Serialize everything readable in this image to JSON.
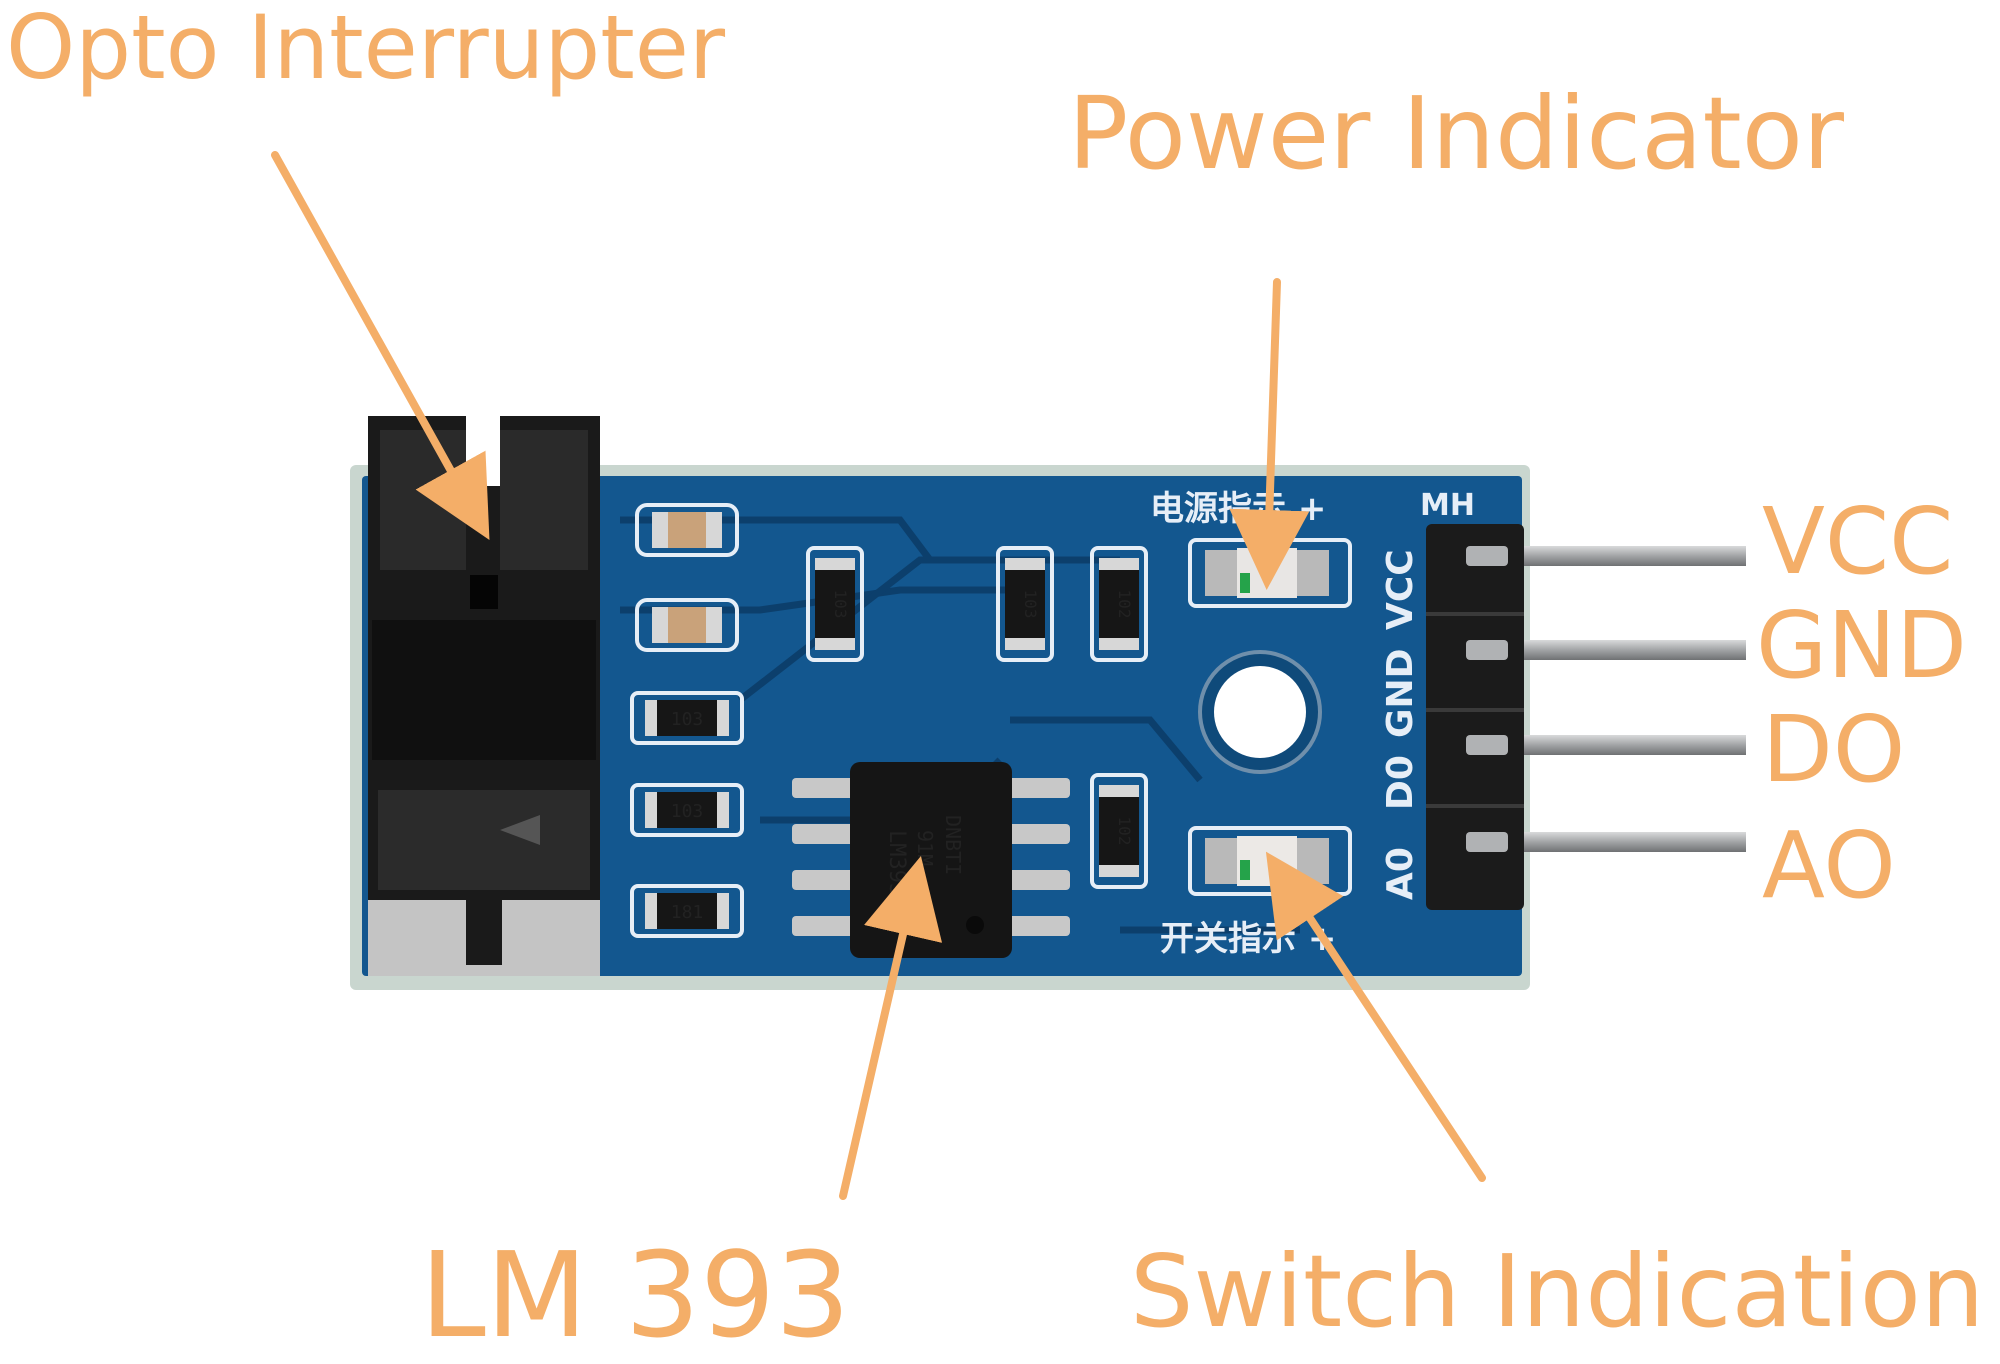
{
  "callouts": {
    "opto": "Opto Interrupter",
    "power": "Power Indicator",
    "lm393": "LM 393",
    "switch": "Switch Indication"
  },
  "pins": [
    "VCC",
    "GND",
    "DO",
    "AO"
  ],
  "board_silkscreen": {
    "header": "MH",
    "pin_labels": [
      "VCC",
      "GND",
      "D0",
      "A0"
    ],
    "power_led_label": "电源指示 +",
    "switch_led_label": "开关指示 +"
  },
  "component_codes": {
    "resistors": [
      "103",
      "103",
      "102",
      "103",
      "103",
      "181",
      "102"
    ],
    "chip": [
      "LM393",
      "91M",
      "DNBTI"
    ]
  },
  "colors": {
    "callout": "#f4ae68",
    "pcb": "#13578f",
    "pcb_edge": "#c9d6cf",
    "sensor": "#1a1a1a",
    "pin_metal": "#a7a9ab"
  },
  "icons": [
    "opto-interrupter-icon",
    "chip-icon",
    "led-icon",
    "header-pin-icon",
    "mounting-hole-icon"
  ]
}
